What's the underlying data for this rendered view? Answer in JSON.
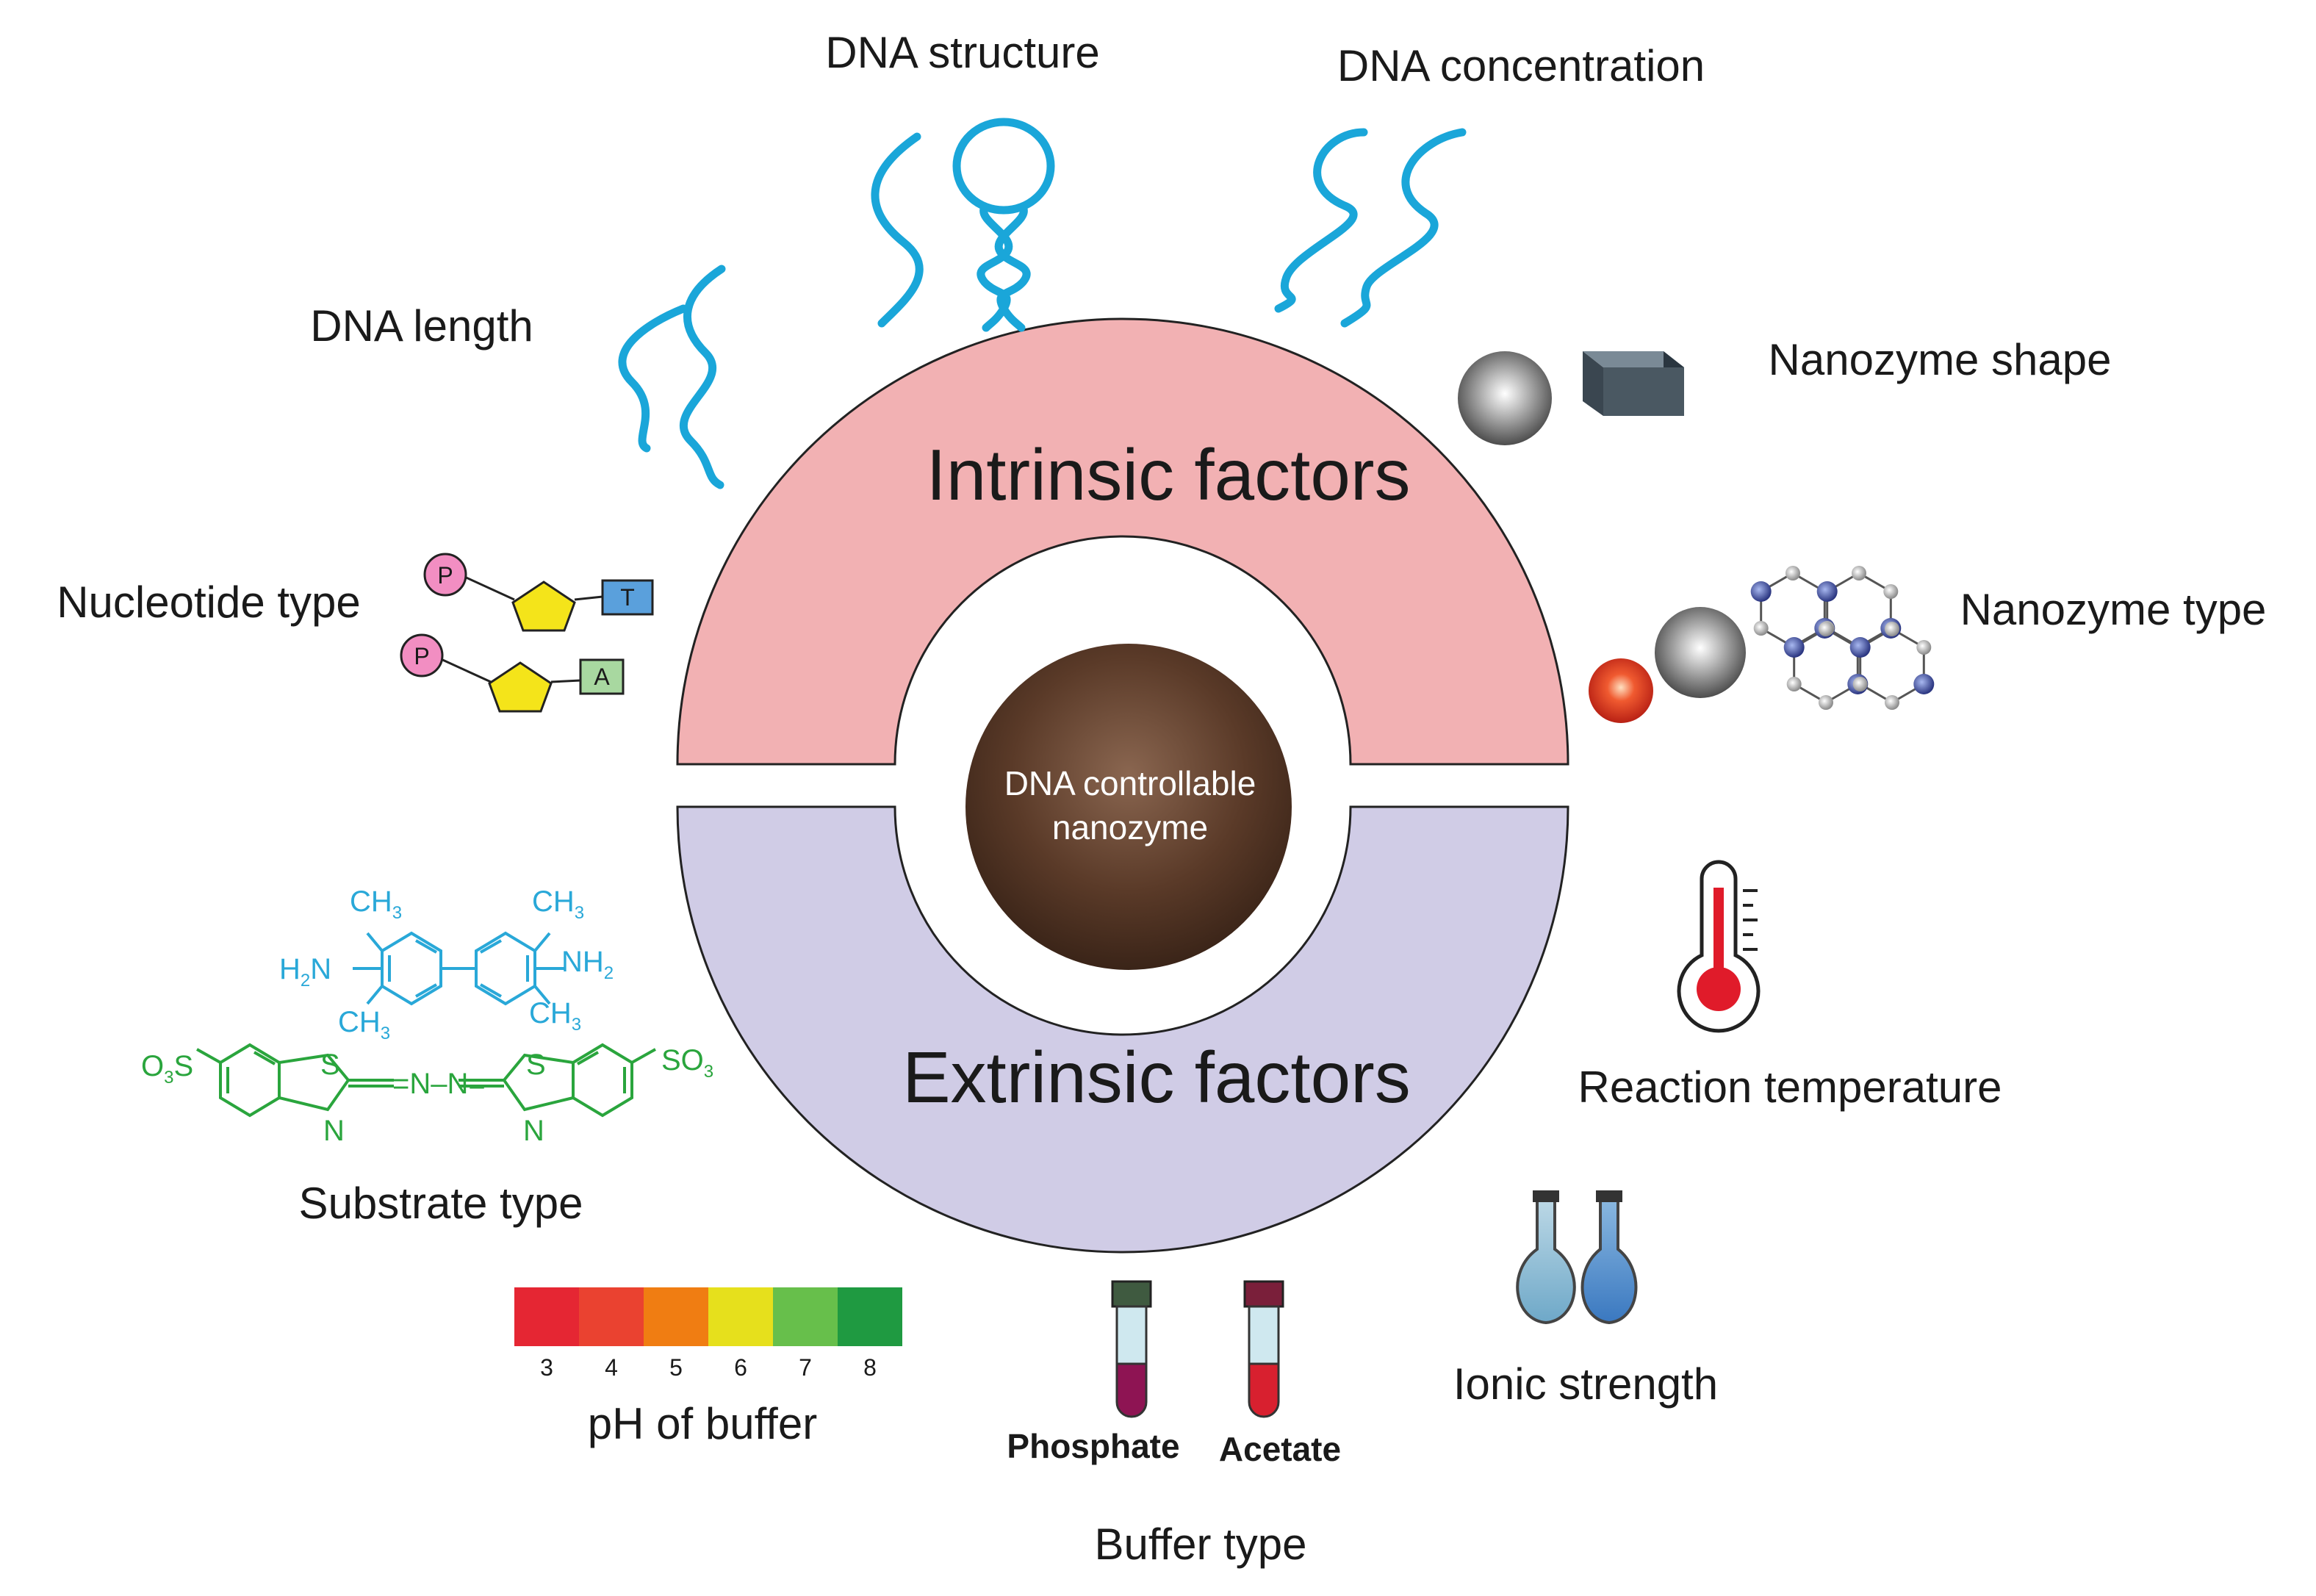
{
  "center": {
    "line1": "DNA controllable",
    "line2": "nanozyme"
  },
  "intrinsic": {
    "title": "Intrinsic factors",
    "color": "#f2b1b3"
  },
  "extrinsic": {
    "title": "Extrinsic factors",
    "color": "#d0cce6"
  },
  "factors": {
    "dna_structure": "DNA structure",
    "dna_concentration": "DNA concentration",
    "dna_length": "DNA length",
    "nanozyme_shape": "Nanozyme shape",
    "nucleotide_type": "Nucleotide type",
    "nanozyme_type": "Nanozyme type",
    "reaction_temperature": "Reaction temperature",
    "substrate_type": "Substrate type",
    "ionic_strength": "Ionic strength",
    "ph_of_buffer": "pH of buffer",
    "buffer_type": "Buffer type"
  },
  "nucleotides": [
    {
      "phosphate": "P",
      "base": "T",
      "base_color": "#5aa0dc"
    },
    {
      "phosphate": "P",
      "base": "A",
      "base_color": "#a8d8a0"
    }
  ],
  "chem": {
    "ch3": "CH",
    "sub3": "3",
    "h2n": "H",
    "sub2": "2",
    "n": "N",
    "nh": "NH",
    "s": "S",
    "so3_left": "O",
    "so3_left_tail": "S",
    "so3_right": "SO",
    "azine": "=N–N="
  },
  "ph_scale": {
    "ticks": [
      "3",
      "4",
      "5",
      "6",
      "7",
      "8"
    ],
    "colors": [
      "#e52633",
      "#ea4230",
      "#f07d12",
      "#e6e01c",
      "#67bf4b",
      "#1f9a41"
    ]
  },
  "buffers": [
    {
      "name": "Phosphate",
      "liquid": "#8e1453",
      "cap": "#3f5a40"
    },
    {
      "name": "Acetate",
      "liquid": "#d8202f",
      "cap": "#7a1f3a"
    }
  ],
  "colors": {
    "dna": "#1aa6d9",
    "core": "#5a3a28",
    "ring_outline": "#222222"
  }
}
